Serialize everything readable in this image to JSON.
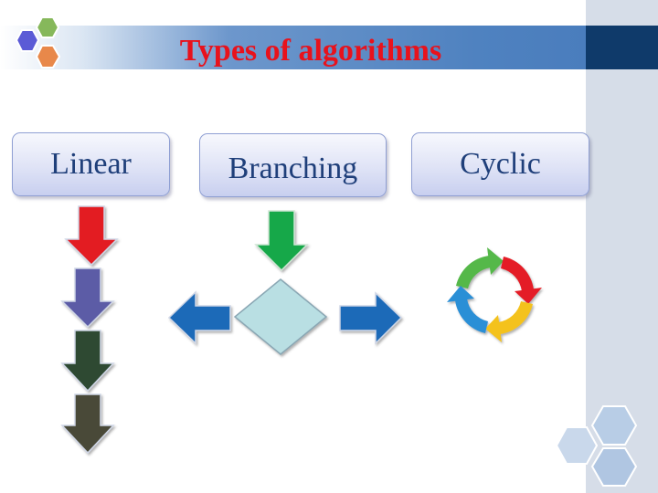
{
  "slide": {
    "title": "Types of algorithms",
    "types": [
      {
        "label": "Linear"
      },
      {
        "label": "Branching"
      },
      {
        "label": "Cyclic"
      }
    ]
  },
  "colors": {
    "title": "#e8121c",
    "box_text": "#1f3f7a",
    "linear_arrows": [
      "#e31e24",
      "#5b5ba6",
      "#2e4a30",
      "#4a4a38"
    ],
    "branch_down_arrow": "#15a84a",
    "branch_side_arrows": "#1f6bb8",
    "decision_diamond": "#b9dfe3",
    "cycle_segments": [
      "#e41f26",
      "#f4c21c",
      "#2a8fd6",
      "#54b848"
    ]
  },
  "icons": {
    "logo": "hexagon-cluster-logo",
    "cycle": "circular-arrows-icon",
    "decoration": "hexagon-decoration"
  }
}
